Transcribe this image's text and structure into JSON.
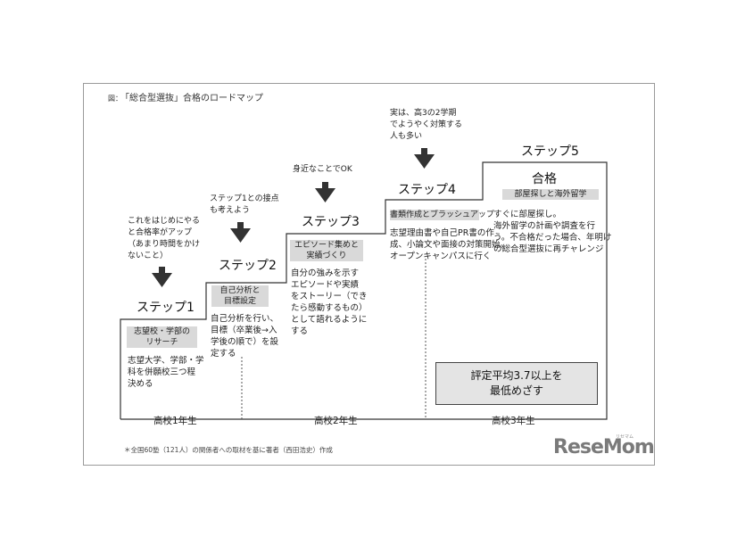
{
  "title": {
    "mark": "図：",
    "text": "「総合型選抜」合格のロードマップ"
  },
  "steps": [
    {
      "label": "ステップ1",
      "note": [
        "これをはじめにやる",
        "と合格率がアップ",
        "（あまり時間をかけ",
        "ないこと）"
      ],
      "box": [
        "志望校・学部の",
        "リサーチ"
      ],
      "body": [
        "志望大学、学部・学",
        "科を併願校三つ程",
        "決める"
      ]
    },
    {
      "label": "ステップ2",
      "note": [
        "ステップ1との接点",
        "も考えよう"
      ],
      "box": [
        "自己分析と",
        "目標設定"
      ],
      "body": [
        "自己分析を行い、",
        "目標（卒業後→入",
        "学後の順で）を設",
        "定する"
      ]
    },
    {
      "label": "ステップ3",
      "note": [
        "身近なことでOK"
      ],
      "box": [
        "エピソード集めと",
        "実績づくり"
      ],
      "body": [
        "自分の強みを示す",
        "エピソードや実績",
        "をストーリー（でき",
        "たら感動するもの）",
        "として語れるように",
        "する"
      ]
    },
    {
      "label": "ステップ4",
      "note": [
        "実は、高3の2学期",
        "でようやく対策する",
        "人も多い"
      ],
      "box": [
        "書類作成とブラッシュアップ"
      ],
      "body": [
        "志望理由書や自己PR書の作",
        "成、小論文や面接の対策開始。",
        "オープンキャンパスに行く"
      ]
    },
    {
      "label": "ステップ5",
      "sub": "合格",
      "box": [
        "部屋探しと海外留学"
      ],
      "body": [
        "すぐに部屋探し。",
        "海外留学の計画や調査を行",
        "う。不合格だった場合、年明け",
        "の総合型選抜に再チャレンジ"
      ]
    }
  ],
  "goal": [
    "評定平均3.7以上を",
    "最低めざす"
  ],
  "years": [
    "高校1年生",
    "高校2年生",
    "高校3年生"
  ],
  "footnote": "＊全国60塾（121人）の関係者への取材を基に著者（西田浩史）作成",
  "logo": {
    "text": "ReseMom",
    "sub": "リセマム"
  }
}
